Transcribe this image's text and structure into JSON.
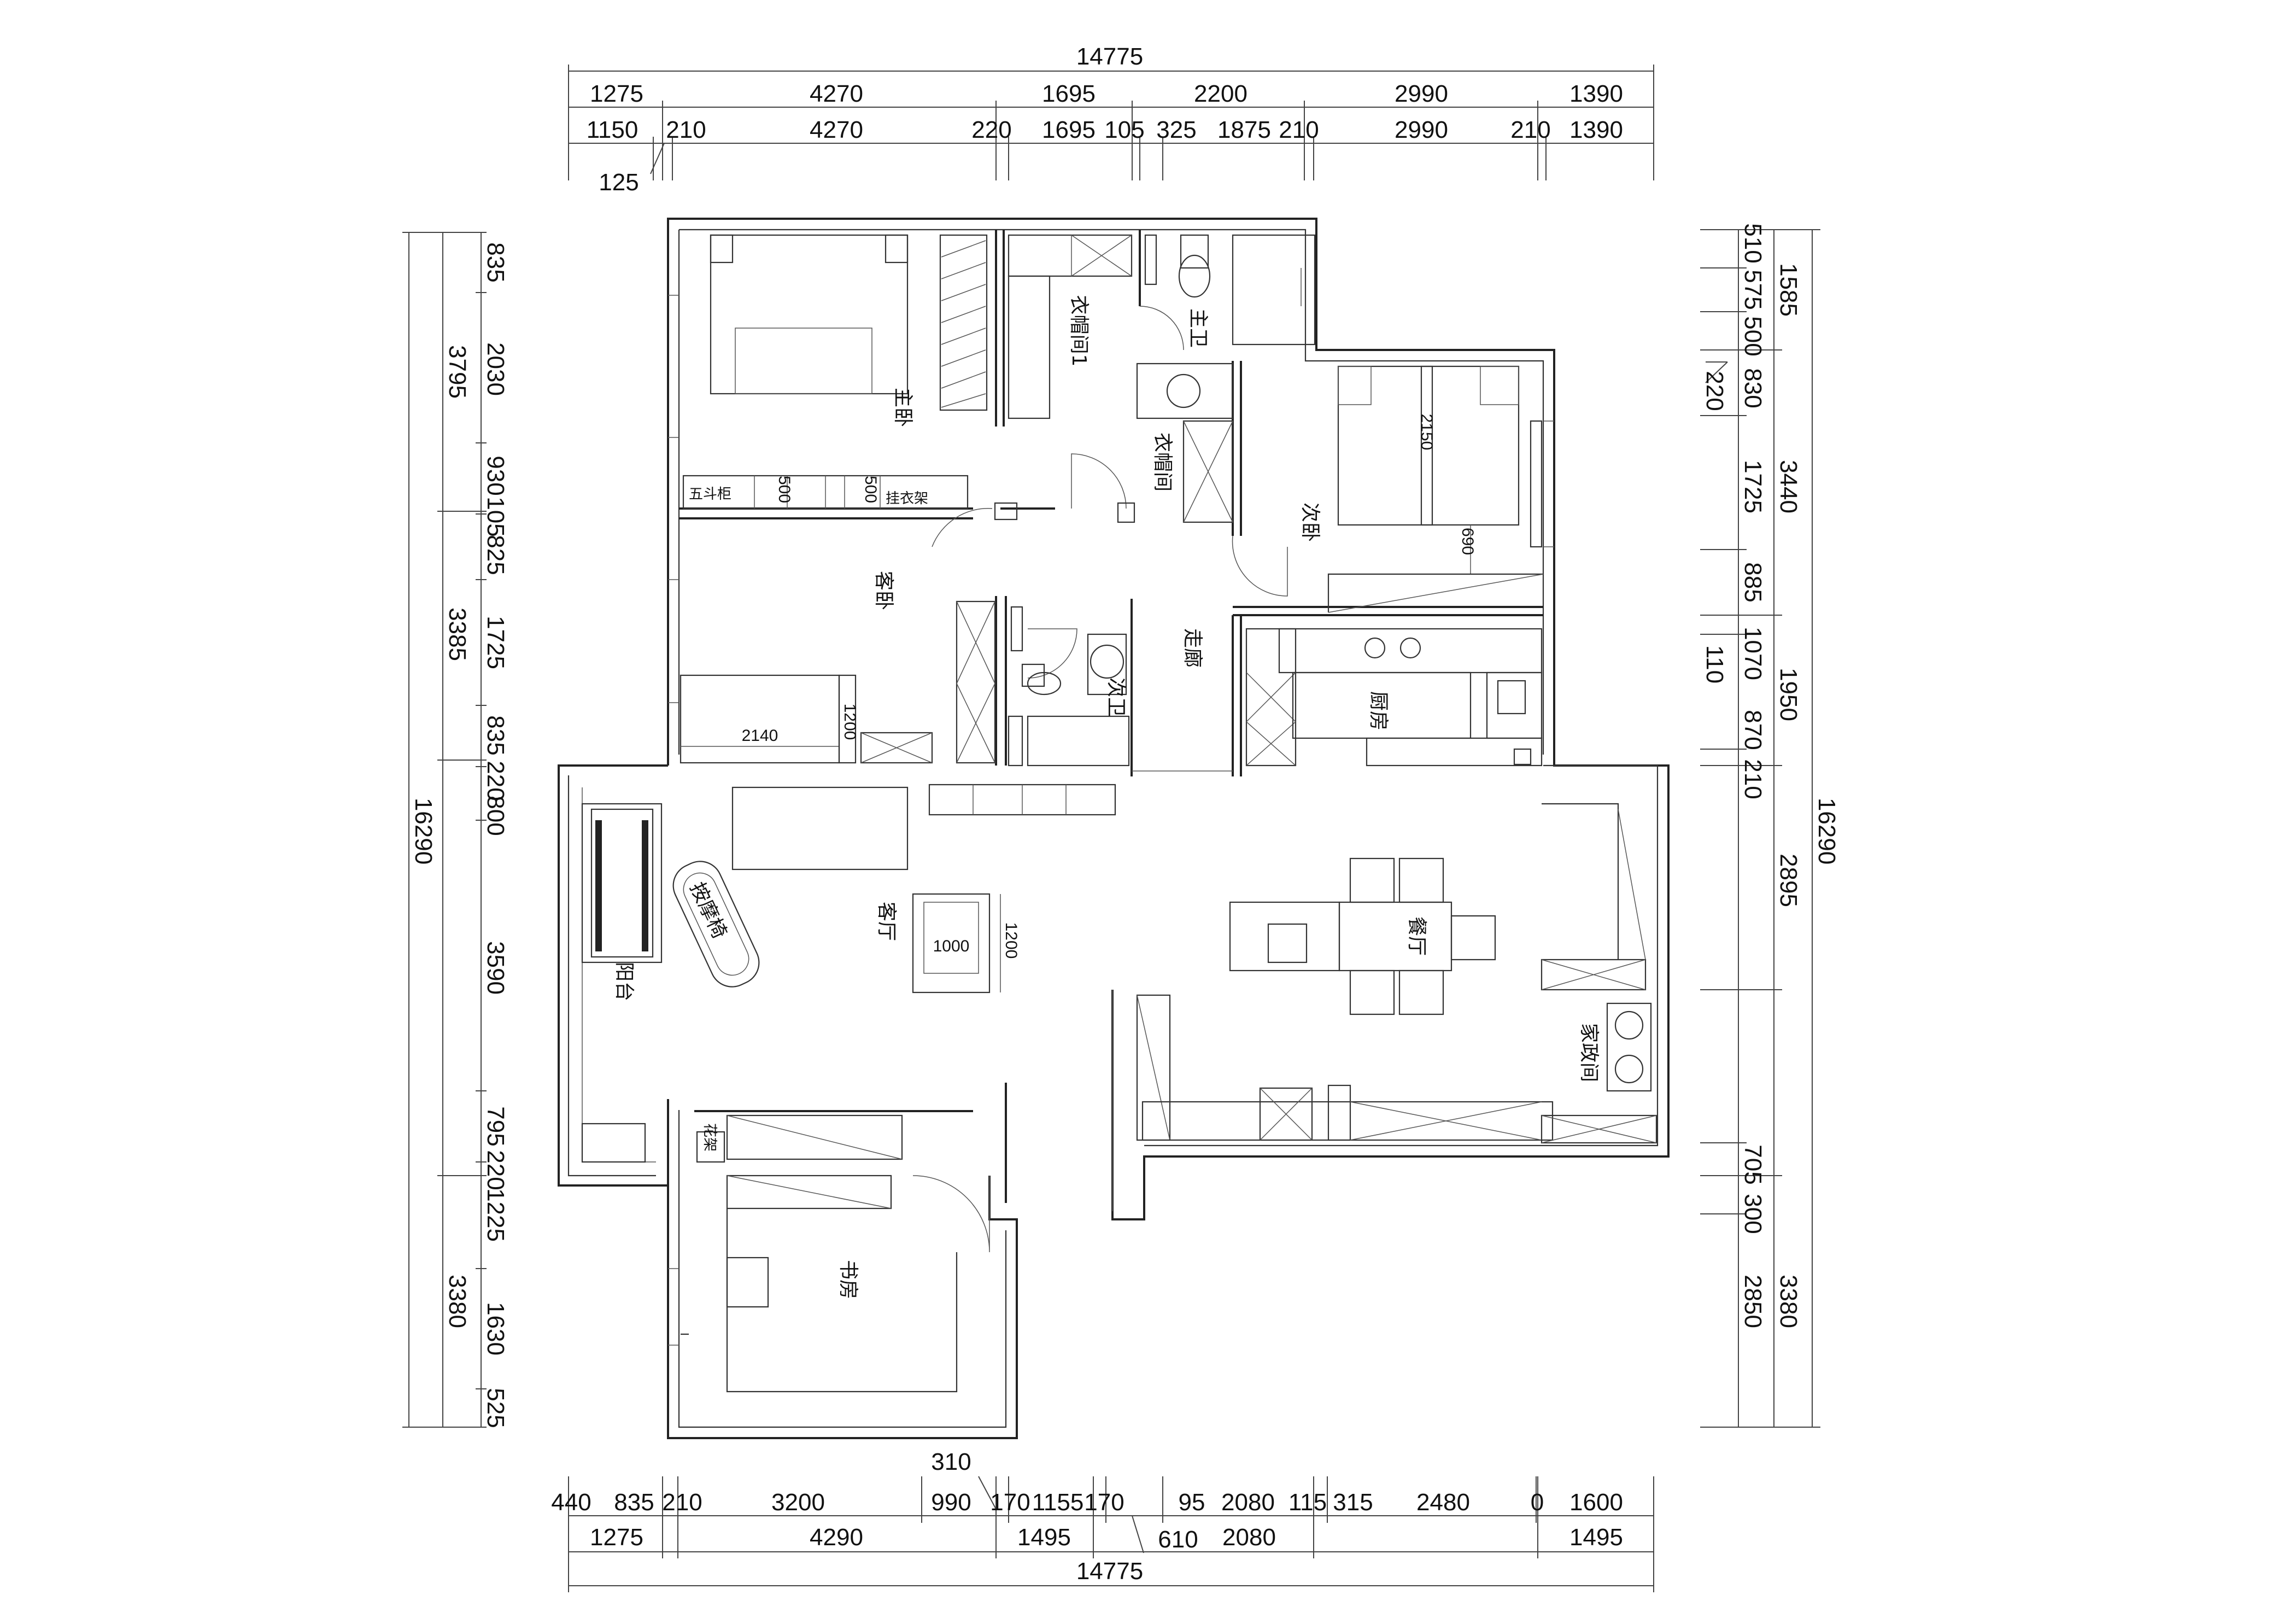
{
  "rooms": {
    "master_bedroom": "主卧",
    "wardrobe_1": "衣帽间1",
    "master_bath": "主卫",
    "wardrobe_2": "衣帽间",
    "second_bedroom": "次卧",
    "guest_bedroom": "客卧",
    "second_bath": "次卫",
    "corridor": "走廊",
    "kitchen": "厨房",
    "living_room": "客厅",
    "dining_room": "餐厅",
    "balcony": "阳台",
    "utility_room": "家政间",
    "study": "书房"
  },
  "labels": {
    "chest": "五斗柜",
    "hanger": "挂衣架",
    "massage_chair": "按摩椅",
    "flower_rack": "花架",
    "cab_500a": "500",
    "cab_500b": "500",
    "bed_2150": "2150",
    "bed_690": "690",
    "bed_2140": "2140",
    "bed_1200": "1200",
    "table_1000": "1000",
    "table_1200": "1200"
  },
  "dims_top": {
    "total": "14775",
    "row1": [
      "1275",
      "4270",
      "1695",
      "2200",
      "2990",
      "1390"
    ],
    "row2": [
      "1150",
      "210",
      "4270",
      "220",
      "1695",
      "105",
      "325",
      "1875",
      "210",
      "2990",
      "210",
      "1390"
    ],
    "note": "125"
  },
  "dims_bottom": {
    "note": "310",
    "row1": [
      "440",
      "835",
      "210",
      "3200",
      "990",
      "170",
      "1155",
      "170",
      "95",
      "2080",
      "115",
      "315",
      "2480",
      "0",
      "1600"
    ],
    "row2": [
      "1275",
      "4290",
      "1495",
      "610",
      "2080",
      "1495"
    ],
    "total": "14775"
  },
  "dims_left": {
    "total": "16290",
    "row1": [
      "3795",
      "3385",
      "3380"
    ],
    "row2": [
      "835",
      "2030",
      "930",
      "105",
      "825",
      "1725",
      "835",
      "220",
      "800",
      "3590",
      "795",
      "220",
      "1225",
      "1630",
      "525"
    ]
  },
  "dims_right": {
    "total": "16290",
    "row1": [
      "1585",
      "3440",
      "1950",
      "2895",
      "3380"
    ],
    "row2": [
      "510",
      "575",
      "500",
      "830",
      "1725",
      "885",
      "1070",
      "870",
      "210",
      "705",
      "300",
      "2850"
    ],
    "notes": [
      "220",
      "110"
    ]
  }
}
